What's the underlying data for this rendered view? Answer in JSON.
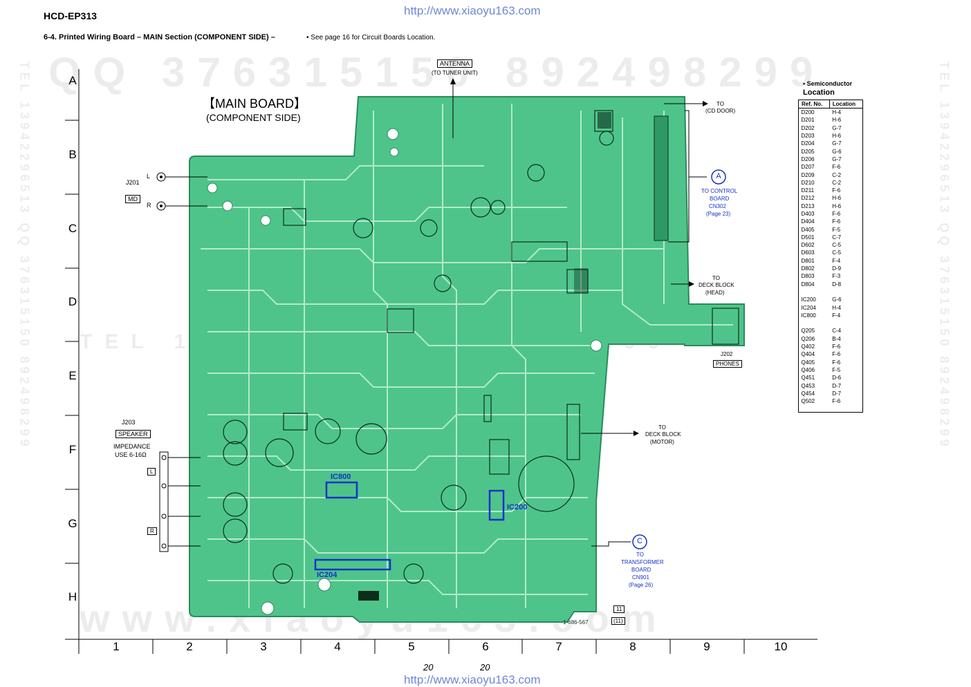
{
  "header": {
    "model": "HCD-EP313",
    "url": "http://www.xiaoyu163.com",
    "section_title": "6-4. Printed Wiring Board – MAIN Section (COMPONENT SIDE) –",
    "section_note": "• See page 16 for Circuit Boards Location."
  },
  "watermarks": {
    "qq_top": "QQ 376315150 892498299",
    "tel_mid": "TEL 13942296513 892498299",
    "www_bottom": "www.xiaoyu163.com",
    "tel_side": "TEL 13942296513 QQ 376315150 892498299"
  },
  "grid": {
    "rows": [
      "A",
      "B",
      "C",
      "D",
      "E",
      "F",
      "G",
      "H"
    ],
    "cols": [
      "1",
      "2",
      "3",
      "4",
      "5",
      "6",
      "7",
      "8",
      "9",
      "10"
    ]
  },
  "board": {
    "title": "【MAIN BOARD】",
    "subtitle": "(COMPONENT SIDE)",
    "part_number": "1-686-567",
    "ic_labels": [
      "IC800",
      "IC200",
      "IC204"
    ],
    "board_color": "#4ec48a",
    "trace_color": "#bff0d4"
  },
  "connectors": {
    "antenna": "ANTENNA",
    "antenna_sub": "(TO TUNER UNIT)",
    "cd_door_to": "TO",
    "cd_door": "(CD DOOR)",
    "control_marker": "A",
    "control_1": "TO CONTROL",
    "control_2": "BOARD",
    "control_3": "CN302",
    "control_4": "(Page 23)",
    "deck_head_to": "TO",
    "deck_head_1": "DECK BLOCK",
    "deck_head_2": "(HEAD)",
    "j202": "J202",
    "phones": "PHONES",
    "deck_motor_to": "TO",
    "deck_motor_1": "DECK BLOCK",
    "deck_motor_2": "(MOTOR)",
    "transformer_marker": "C",
    "transformer_1": "TO",
    "transformer_2": "TRANSFORMER",
    "transformer_3": "BOARD",
    "transformer_4": "CN901",
    "transformer_5": "(Page 26)",
    "j201": "J201",
    "md": "MD",
    "l": "L",
    "r": "R",
    "j203": "J203",
    "speaker": "SPEAKER",
    "impedance_1": "IMPEDANCE",
    "impedance_2": "USE 6-16Ω",
    "spk_l": "L",
    "spk_r": "R",
    "pin_11": "11",
    "pin_11b": "(11)"
  },
  "semiconductor": {
    "title_1": "• Semiconductor",
    "title_2": "Location",
    "head_ref": "Ref. No.",
    "head_loc": "Location",
    "rows": [
      [
        "D200",
        "H-4"
      ],
      [
        "D201",
        "H-6"
      ],
      [
        "D202",
        "G-7"
      ],
      [
        "D203",
        "H-6"
      ],
      [
        "D204",
        "G-7"
      ],
      [
        "D205",
        "G-6"
      ],
      [
        "D206",
        "G-7"
      ],
      [
        "D207",
        "F-6"
      ],
      [
        "D209",
        "C-2"
      ],
      [
        "D210",
        "C-2"
      ],
      [
        "D211",
        "F-6"
      ],
      [
        "D212",
        "H-6"
      ],
      [
        "D213",
        "H-6"
      ],
      [
        "D403",
        "F-6"
      ],
      [
        "D404",
        "F-6"
      ],
      [
        "D405",
        "F-5"
      ],
      [
        "D501",
        "C-7"
      ],
      [
        "D602",
        "C-5"
      ],
      [
        "D603",
        "C-5"
      ],
      [
        "D801",
        "F-4"
      ],
      [
        "D802",
        "D-9"
      ],
      [
        "D803",
        "F-3"
      ],
      [
        "D804",
        "D-8"
      ],
      [
        "",
        ""
      ],
      [
        "IC200",
        "G-6"
      ],
      [
        "IC204",
        "H-4"
      ],
      [
        "IC800",
        "F-4"
      ],
      [
        "",
        ""
      ],
      [
        "Q205",
        "C-4"
      ],
      [
        "Q206",
        "B-4"
      ],
      [
        "Q402",
        "F-6"
      ],
      [
        "Q404",
        "F-6"
      ],
      [
        "Q405",
        "F-6"
      ],
      [
        "Q406",
        "F-5"
      ],
      [
        "Q451",
        "D-6"
      ],
      [
        "Q453",
        "D-7"
      ],
      [
        "Q454",
        "D-7"
      ],
      [
        "Q502",
        "F-6"
      ]
    ]
  },
  "footer": {
    "page_left": "20",
    "page_right": "20",
    "url": "http://www.xiaoyu163.com"
  }
}
